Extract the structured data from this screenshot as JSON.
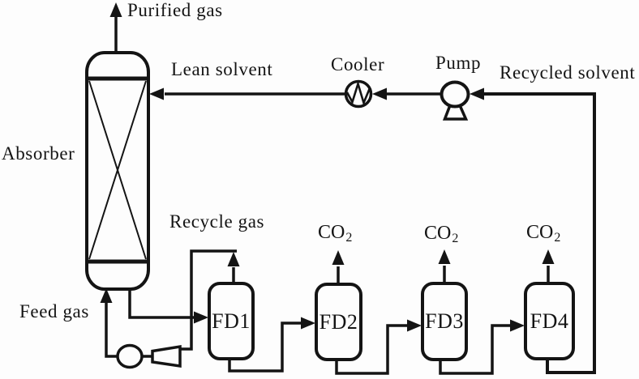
{
  "equipment": {
    "absorber_label": "Absorber",
    "cooler_label": "Cooler",
    "pump_label": "Pump",
    "flash_drums": [
      {
        "label": "FD1"
      },
      {
        "label": "FD2"
      },
      {
        "label": "FD3"
      },
      {
        "label": "FD4"
      }
    ]
  },
  "streams": {
    "purified_gas": "Purified gas",
    "lean_solvent": "Lean solvent",
    "recycled_solvent": "Recycled solvent",
    "recycle_gas": "Recycle gas",
    "feed_gas": "Feed gas",
    "co2": {
      "base": "CO",
      "subscript": "2"
    }
  },
  "colors": {
    "line": "#141414",
    "background": "#fdfdfd"
  }
}
